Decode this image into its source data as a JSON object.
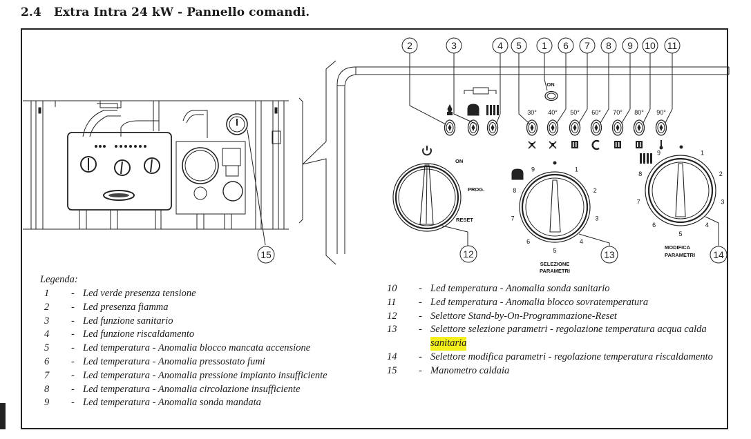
{
  "heading": {
    "number": "2.4",
    "title": "Extra Intra 24 kW - Pannello comandi."
  },
  "callouts_top": [
    "2",
    "3",
    "4",
    "5",
    "1",
    "6",
    "7",
    "8",
    "9",
    "10",
    "11"
  ],
  "callouts_bottom": {
    "c12": "12",
    "c13": "13",
    "c14": "14",
    "c15": "15"
  },
  "panel": {
    "on_label": "ON",
    "temp_labels": [
      "30°",
      "40°",
      "50°",
      "60°",
      "70°",
      "80°",
      "90°"
    ],
    "selector_power": {
      "on": "ON",
      "prog": "PROG.",
      "reset": "RESET"
    },
    "selector_params": {
      "ticks": [
        "1",
        "2",
        "3",
        "4",
        "5",
        "6",
        "7",
        "8",
        "9"
      ],
      "caption_line1": "SELEZIONE",
      "caption_line2": "PARAMETRI"
    },
    "selector_modify": {
      "ticks": [
        "1",
        "2",
        "3",
        "4",
        "5",
        "6",
        "7",
        "8",
        "9"
      ],
      "caption_line1": "MODIFICA",
      "caption_line2": "PARAMETRI"
    }
  },
  "legend": {
    "title": "Legenda:",
    "left": [
      {
        "n": "1",
        "sep": "-",
        "text": "Led verde presenza tensione"
      },
      {
        "n": "2",
        "sep": "-",
        "text": "Led presenza fiamma"
      },
      {
        "n": "3",
        "sep": "-",
        "text": "Led funzione sanitario"
      },
      {
        "n": "4",
        "sep": "-",
        "text": "Led funzione riscaldamento"
      },
      {
        "n": "5",
        "sep": "-",
        "text": "Led temperatura - Anomalia blocco mancata accensione"
      },
      {
        "n": "6",
        "sep": "-",
        "text": "Led temperatura - Anomalia pressostato fumi"
      },
      {
        "n": "7",
        "sep": "-",
        "text": "Led temperatura - Anomalia pressione impianto insufficiente"
      },
      {
        "n": "8",
        "sep": "-",
        "text": "Led temperatura - Anomalia circolazione insufficiente"
      },
      {
        "n": "9",
        "sep": "-",
        "text": "Led temperatura - Anomalia sonda mandata"
      }
    ],
    "right": [
      {
        "n": "10",
        "sep": "-",
        "text": "Led temperatura - Anomalia sonda sanitario"
      },
      {
        "n": "11",
        "sep": "-",
        "text": "Led temperatura - Anomalia blocco sovratemperatura"
      },
      {
        "n": "12",
        "sep": "-",
        "text": "Selettore Stand-by-On-Programmazione-Reset"
      },
      {
        "n": "13",
        "sep": "-",
        "text": "Selettore selezione parametri - regolazione temperatura acqua calda",
        "cont_highlight": "sanitaria"
      },
      {
        "n": "14",
        "sep": "-",
        "text": "Selettore modifica parametri - regolazione temperatura riscaldamento"
      },
      {
        "n": "15",
        "sep": "-",
        "text": "Manometro caldaia"
      }
    ]
  },
  "colors": {
    "highlight": "#f4f01c",
    "ink": "#1a1a1a"
  }
}
